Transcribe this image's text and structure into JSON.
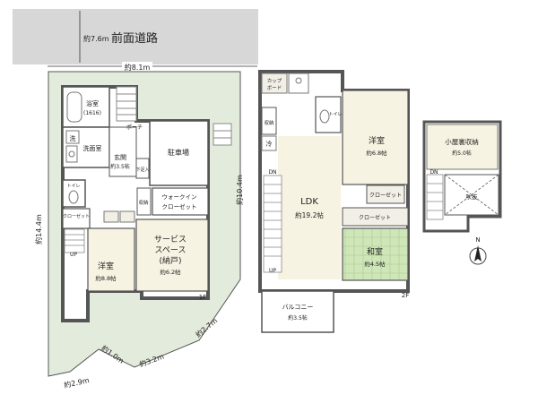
{
  "road": {
    "label": "前面道路",
    "width_dim": "約7.6m",
    "frontage_dim": "約8.1m"
  },
  "site_dims": {
    "left": "約14.4m",
    "right": "約10.4m",
    "bottom_a": "約2.9m",
    "bottom_b": "約1.0m",
    "bottom_c": "約3.2m",
    "bottom_d": "約2.7m"
  },
  "floor1": {
    "level_label": "1F",
    "bath": "浴室",
    "bath_size": "(1616)",
    "wash": "洗",
    "washroom": "洗面室",
    "porch": "ポーチ",
    "entrance": "玄関",
    "entrance_size": "約3.5帖",
    "parking": "駐車場",
    "toilet": "トイレ",
    "closet": "クローゼット",
    "storage": "収納",
    "shoes": "下足入",
    "walkin": "ウォークイン",
    "walkin2": "クローゼット",
    "western": "洋室",
    "western_size": "約8.8帖",
    "service_1": "サービス",
    "service_2": "スペース",
    "service_3": "(納戸)",
    "service_size": "約6.2帖",
    "up": "UP"
  },
  "floor2": {
    "level_label": "2F",
    "cupboard_1": "カップ",
    "cupboard_2": "ボード",
    "storage": "収納",
    "fridge": "冷",
    "toilet": "トイレ",
    "ldk": "LDK",
    "ldk_size": "約19.2帖",
    "dn": "DN",
    "up": "UP",
    "western": "洋室",
    "western_size": "約6.8帖",
    "closet_a": "クローゼット",
    "closet_b": "クローゼット",
    "japanese": "和室",
    "japanese_size": "約4.5帖",
    "balcony": "バルコニー",
    "balcony_size": "約3.5帖"
  },
  "attic": {
    "loft": "小屋裏収納",
    "loft_size": "約5.0帖",
    "void": "吹抜",
    "dn": "DN"
  },
  "compass": {
    "north": "N"
  }
}
